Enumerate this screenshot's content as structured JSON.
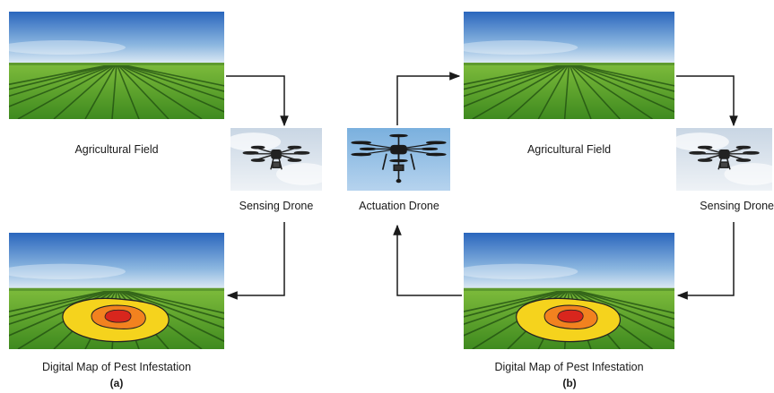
{
  "panels": [
    {
      "tag": "(a)",
      "field_label": "Agricultural Field",
      "sensing_label": "Sensing Drone",
      "map_label": "Digital Map of Pest Infestation"
    },
    {
      "tag": "(b)",
      "field_label": "Agricultural Field",
      "sensing_label": "Sensing Drone",
      "map_label": "Digital Map of Pest Infestation"
    }
  ],
  "actuation_label": "Actuation Drone",
  "colors": {
    "sky_top": "#2f6fc4",
    "sky_bottom": "#e8f1f8",
    "crop_light": "#7fbf3a",
    "crop_dark": "#2f6a18",
    "infestation_outer": "#f4d21c",
    "infestation_mid": "#f0831e",
    "infestation_core": "#d9241c",
    "arrow": "#1a1a1a"
  },
  "icons": [
    "field-photo",
    "drone-photo",
    "pest-map-photo"
  ]
}
